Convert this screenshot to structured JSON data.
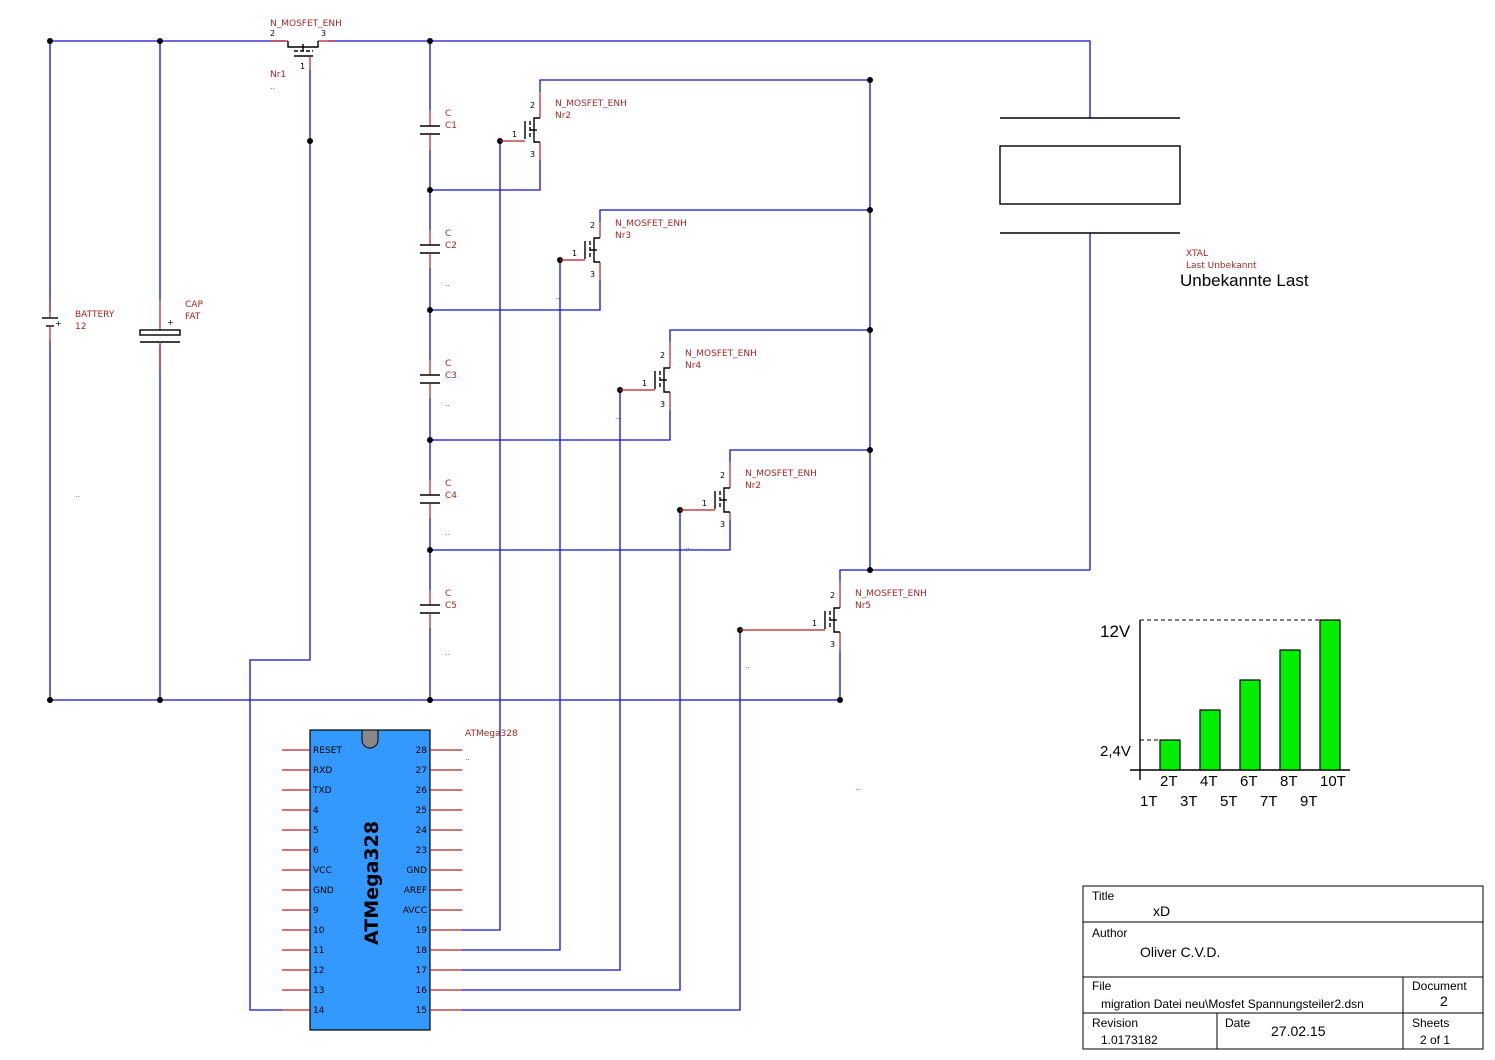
{
  "battery": {
    "type": "BATTERY",
    "value": "12"
  },
  "capacitor_main": {
    "type": "CAP",
    "value": "FAT"
  },
  "mosfet_type": "N_MOSFET_ENH",
  "mosfets": [
    {
      "name": "Nr1"
    },
    {
      "name": "Nr2"
    },
    {
      "name": "Nr3"
    },
    {
      "name": "Nr4"
    },
    {
      "name": "Nr2"
    },
    {
      "name": "Nr5"
    }
  ],
  "capacitors": [
    {
      "type": "C",
      "name": "C1"
    },
    {
      "type": "C",
      "name": "C2"
    },
    {
      "type": "C",
      "name": "C3"
    },
    {
      "type": "C",
      "name": "C4"
    },
    {
      "type": "C",
      "name": "C5"
    }
  ],
  "load": {
    "type": "XTAL",
    "sub": "Last Unbekannt",
    "label": "Unbekannte Last"
  },
  "mcu": {
    "label": "ATMega328",
    "name": "ATMega328",
    "left_pins": [
      "RESET",
      "RXD",
      "TXD",
      "4",
      "5",
      "6",
      "VCC",
      "GND",
      "9",
      "10",
      "11",
      "12",
      "13",
      "14"
    ],
    "right_pins": [
      "28",
      "27",
      "26",
      "25",
      "24",
      "23",
      "GND",
      "AREF",
      "AVCC",
      "19",
      "18",
      "17",
      "16",
      "15"
    ]
  },
  "mini_chart": {
    "y_top": "12V",
    "y_bottom": "2,4V",
    "x_upper": [
      "2T",
      "4T",
      "6T",
      "8T",
      "10T"
    ],
    "x_lower": [
      "1T",
      "3T",
      "5T",
      "7T",
      "9T"
    ],
    "values": [
      2.4,
      4.8,
      7.2,
      9.6,
      12
    ],
    "ymax": 12,
    "bar_color": "#00ee00"
  },
  "title_block": {
    "title_label": "Title",
    "title": "xD",
    "author_label": "Author",
    "author": "Oliver C.V.D.",
    "file_label": "File",
    "file": "migration Datei neu\\Mosfet Spannungsteiler2.dsn",
    "document_label": "Document",
    "document": "2",
    "revision_label": "Revision",
    "revision": "1.0173182",
    "date_label": "Date",
    "date": "27.02.15",
    "sheets_label": "Sheets",
    "sheets": "2 of 1"
  },
  "colors": {
    "wire": "#1010c8",
    "chip": "#3399ff",
    "label": "#a02828"
  }
}
